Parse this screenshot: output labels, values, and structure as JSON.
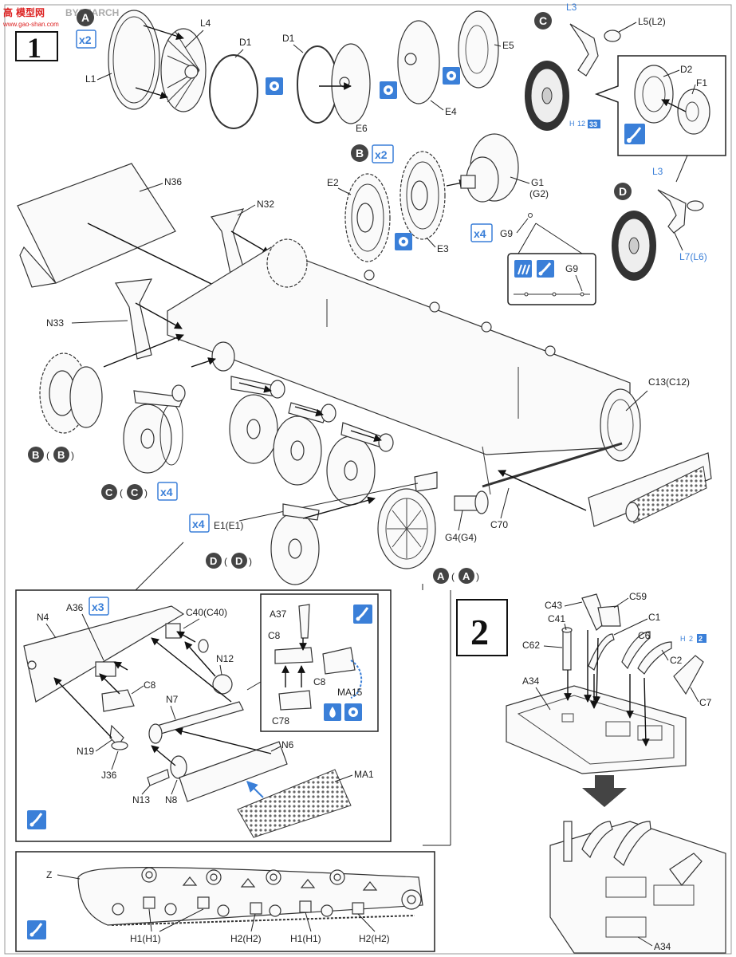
{
  "watermark": {
    "text1": "高",
    "text2": "模型网",
    "text3": "BYSEARCH",
    "url": "www.gao-shan.com"
  },
  "steps": {
    "step1": "1",
    "step2": "2"
  },
  "callouts": {
    "A": "A",
    "B": "B",
    "C": "C",
    "D": "D",
    "x2": "x2",
    "x4": "x4",
    "x3": "x3"
  },
  "labels": {
    "L4": "L4",
    "L1": "L1",
    "D1a": "D1",
    "D1b": "D1",
    "E5": "E5",
    "E4": "E4",
    "E6": "E6",
    "L3a": "L3",
    "L5": "L5(L2)",
    "D2": "D2",
    "F1": "F1",
    "H12": "H",
    "H12n": "12",
    "H12b": "33",
    "E2": "E2",
    "E3": "E3",
    "G1": "G1",
    "G2": "(G2)",
    "G9": "G9",
    "G9b": "G9",
    "L3b": "L3",
    "L7": "L7(L6)",
    "N36": "N36",
    "N32": "N32",
    "N33": "N33",
    "BB": "(",
    "BBc": ")",
    "CC1": "(",
    "CC2": ")",
    "DD1": "(",
    "DD2": ")",
    "AA1": "(",
    "AA2": ")",
    "C13": "C13(C12)",
    "C70": "C70",
    "G4": "G4(G4)",
    "E1": "E1(E1)",
    "N4": "N4",
    "A36": "A36",
    "C40": "C40(C40)",
    "N12": "N12",
    "C8a": "C8",
    "N7": "N7",
    "N6": "N6",
    "MA1": "MA1",
    "N19": "N19",
    "J36": "J36",
    "N13": "N13",
    "N8": "N8",
    "A37": "A37",
    "C8b": "C8",
    "C8c": "C8",
    "MA15": "MA15",
    "C78": "C78",
    "Z": "Z",
    "H1a": "H1(H1)",
    "H2a": "H2(H2)",
    "H1b": "H1(H1)",
    "H2b": "H2(H2)",
    "C43": "C43",
    "C59": "C59",
    "C41": "C41",
    "C1": "C1",
    "C62": "C62",
    "C6": "C6",
    "H2tag": "H",
    "H2n": "2",
    "H2n2": "2",
    "C2": "C2",
    "A34a": "A34",
    "C7": "C7",
    "A34b": "A34"
  }
}
